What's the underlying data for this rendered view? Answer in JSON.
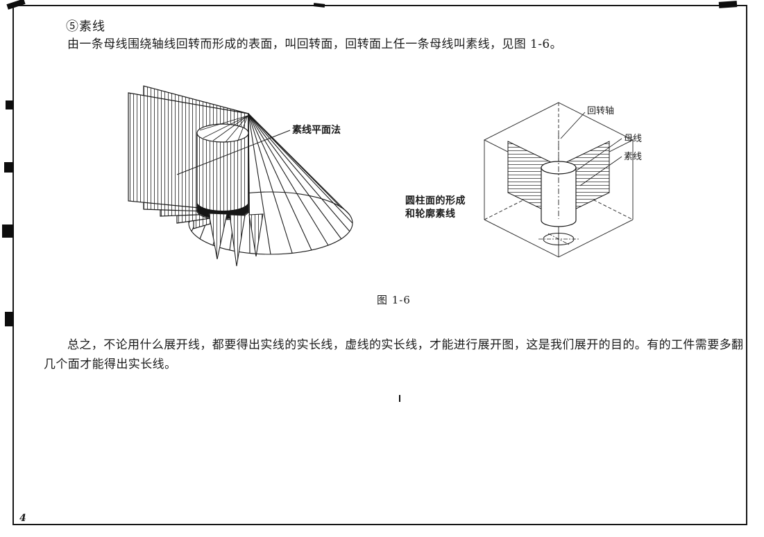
{
  "theme": {
    "ink": "#1a1a1a",
    "paper": "#ffffff"
  },
  "page": {
    "number": "4"
  },
  "content": {
    "heading": "⑤素线",
    "para1": "由一条母线围绕轴线回转而形成的表面，叫回转面，回转面上任一条母线叫素线，见图 1-6。",
    "para2": "总之，不论用什么展开线，都要得出实线的实长线，虚线的实长线，才能进行展开图，这是我们展开的目的。有的工件需要多翻几个面才能得出实长线。"
  },
  "figure": {
    "caption": "图 1-6",
    "left": {
      "label": "素线平面法"
    },
    "right": {
      "caption_line1": "圆柱面的形成",
      "caption_line2": "和轮廓素线",
      "label_axis": "回转轴",
      "label_generatrix": "母线",
      "label_element": "素线"
    }
  }
}
